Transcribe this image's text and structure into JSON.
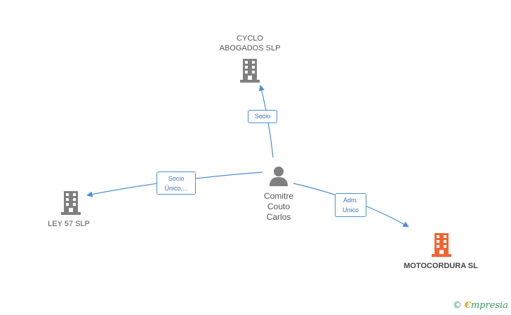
{
  "nodes": {
    "cyclo": {
      "line1": "CYCLO",
      "line2": "ABOGADOS SLP"
    },
    "ley57": {
      "label": "LEY 57 SLP"
    },
    "person": {
      "line1": "Comitre",
      "line2": "Couto",
      "line3": "Carlos"
    },
    "motocordura": {
      "label": "MOTOCORDURA SL"
    }
  },
  "relations": {
    "socio": "Socio",
    "socio_unico_1": "Socio",
    "socio_unico_2": "Único,...",
    "adm_1": "Adm.",
    "adm_2": "Unico"
  },
  "colors": {
    "edge": "#4a8fd6",
    "company": "#808080",
    "highlight_company": "#f26532",
    "person": "#808080"
  },
  "watermark": {
    "copyright": "©",
    "brand_initial": "€",
    "brand_rest": "mpresia"
  }
}
